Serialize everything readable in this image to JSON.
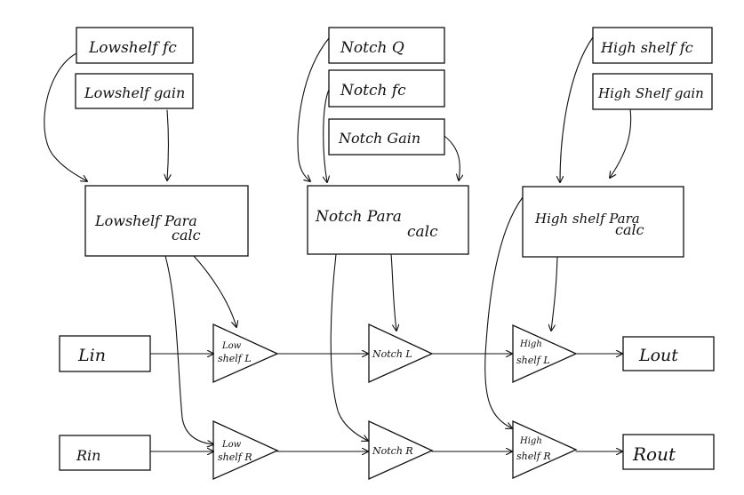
{
  "params": {
    "lowshelf_fc": "Lowshelf fc",
    "lowshelf_gain": "Lowshelf gain",
    "notch_q": "Notch Q",
    "notch_fc": "Notch fc",
    "notch_gain": "Notch Gain",
    "highshelf_fc": "High shelf fc",
    "highshelf_gain": "High Shelf gain"
  },
  "calcs": {
    "lowshelf": [
      "Lowshelf Para",
      "calc"
    ],
    "notch": [
      "Notch Para",
      "calc"
    ],
    "highshelf": [
      "High shelf Para",
      "calc"
    ]
  },
  "io": {
    "lin": "Lin",
    "rin": "Rin",
    "lout": "Lout",
    "rout": "Rout"
  },
  "filters": {
    "low_l": [
      "Low",
      "shelf L"
    ],
    "notch_l": "Notch L",
    "high_l": [
      "High",
      "shelf L"
    ],
    "low_r": [
      "Low",
      "shelf R"
    ],
    "notch_r": "Notch R",
    "high_r": [
      "High",
      "shelf R"
    ]
  },
  "colors": {
    "ink": "#111111",
    "background": "#ffffff"
  }
}
